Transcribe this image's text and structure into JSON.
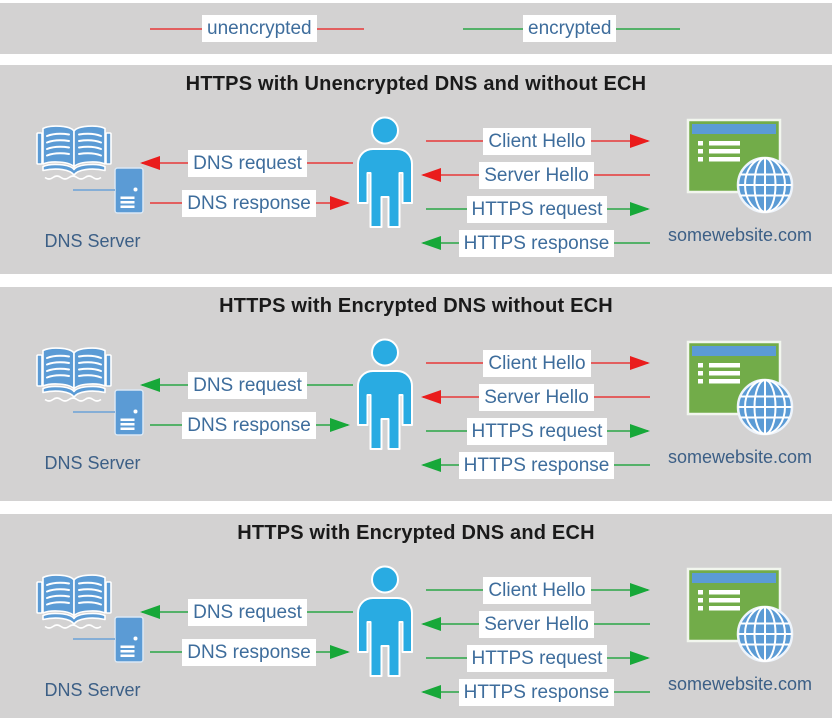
{
  "legend": {
    "items": [
      {
        "label": "unencrypted",
        "line_color": "#e25f5f"
      },
      {
        "label": "encrypted",
        "line_color": "#54b169"
      }
    ]
  },
  "colors": {
    "panel_background": "#d3d2d2",
    "unencrypted_line": "#e25f5f",
    "unencrypted_arrowhead": "#ea1c1c",
    "encrypted_line": "#54b169",
    "encrypted_arrowhead": "#17a839",
    "label_text": "#3e6d9c",
    "caption_text": "#3c5f86",
    "title_text": "#1a1a1a",
    "person_blue": "#29abe2",
    "dns_icon_blue": "#5b9bd5",
    "website_green": "#72ac49"
  },
  "icons": {
    "dns_server": "open-book-and-server-icon",
    "client": "person-icon",
    "website": "browser-window-and-globe-icon"
  },
  "panels": [
    {
      "title": "HTTPS with Unencrypted DNS and without ECH",
      "dns_server_caption": "DNS Server",
      "website_caption": "somewebsite.com",
      "arrows": [
        {
          "label": "DNS request",
          "enc": "unencrypted",
          "direction": "left"
        },
        {
          "label": "DNS response",
          "enc": "unencrypted",
          "direction": "right"
        },
        {
          "label": "Client Hello",
          "enc": "unencrypted",
          "direction": "right"
        },
        {
          "label": "Server Hello",
          "enc": "unencrypted",
          "direction": "left"
        },
        {
          "label": "HTTPS request",
          "enc": "encrypted",
          "direction": "right"
        },
        {
          "label": "HTTPS response",
          "enc": "encrypted",
          "direction": "left"
        }
      ]
    },
    {
      "title": "HTTPS with Encrypted DNS without ECH",
      "dns_server_caption": "DNS Server",
      "website_caption": "somewebsite.com",
      "arrows": [
        {
          "label": "DNS request",
          "enc": "encrypted",
          "direction": "left"
        },
        {
          "label": "DNS response",
          "enc": "encrypted",
          "direction": "right"
        },
        {
          "label": "Client Hello",
          "enc": "unencrypted",
          "direction": "right"
        },
        {
          "label": "Server Hello",
          "enc": "unencrypted",
          "direction": "left"
        },
        {
          "label": "HTTPS request",
          "enc": "encrypted",
          "direction": "right"
        },
        {
          "label": "HTTPS response",
          "enc": "encrypted",
          "direction": "left"
        }
      ]
    },
    {
      "title": "HTTPS with Encrypted DNS and ECH",
      "dns_server_caption": "DNS Server",
      "website_caption": "somewebsite.com",
      "arrows": [
        {
          "label": "DNS request",
          "enc": "encrypted",
          "direction": "left"
        },
        {
          "label": "DNS response",
          "enc": "encrypted",
          "direction": "right"
        },
        {
          "label": "Client Hello",
          "enc": "encrypted",
          "direction": "right"
        },
        {
          "label": "Server Hello",
          "enc": "encrypted",
          "direction": "left"
        },
        {
          "label": "HTTPS request",
          "enc": "encrypted",
          "direction": "right"
        },
        {
          "label": "HTTPS response",
          "enc": "encrypted",
          "direction": "left"
        }
      ]
    }
  ]
}
